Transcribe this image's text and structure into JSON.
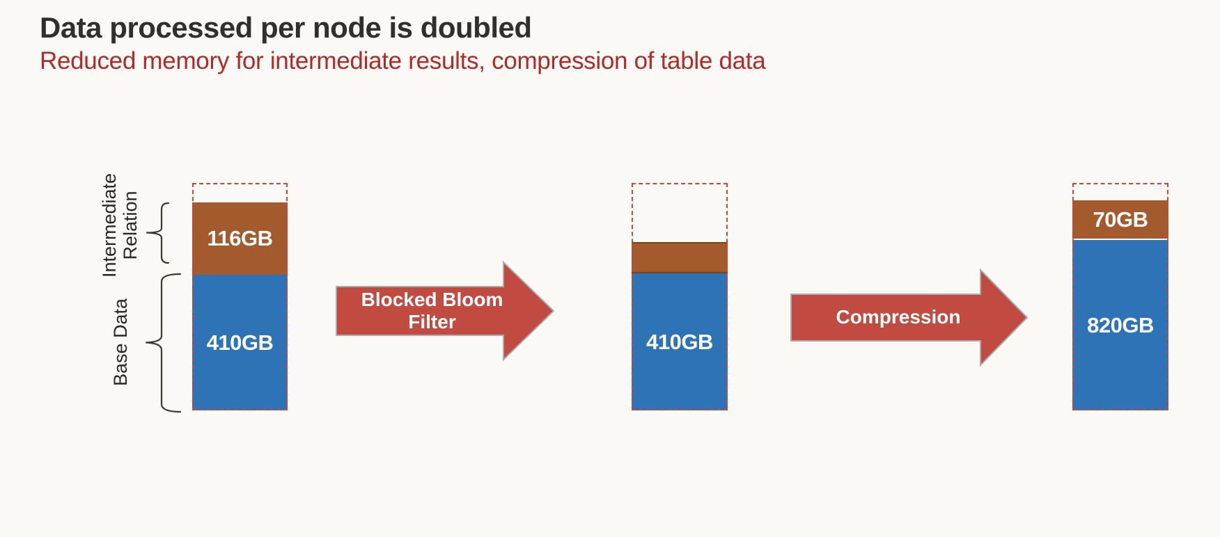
{
  "slide": {
    "title": "Data processed per node is doubled",
    "subtitle": "Reduced memory for intermediate results, compression of table data"
  },
  "group_labels": {
    "intermediate_line1": "Intermediate",
    "intermediate_line2": "Relation",
    "base": "Base Data"
  },
  "chart_data": {
    "type": "bar",
    "subtype": "schematic-stacked-flow",
    "unit": "GB",
    "legend": [
      "Intermediate Relation",
      "Base Data"
    ],
    "bars": [
      {
        "segments": [
          {
            "series": "Intermediate Relation",
            "value": 116,
            "label": "116GB"
          },
          {
            "series": "Base Data",
            "value": 410,
            "label": "410GB"
          }
        ]
      },
      {
        "segments": [
          {
            "series": "Intermediate Relation",
            "value": null,
            "label": ""
          },
          {
            "series": "Base Data",
            "value": 410,
            "label": "410GB"
          }
        ]
      },
      {
        "segments": [
          {
            "series": "Intermediate Relation",
            "value": 70,
            "label": "70GB"
          },
          {
            "series": "Base Data",
            "value": 820,
            "label": "820GB"
          }
        ]
      }
    ],
    "arrows": [
      {
        "label": "Blocked Bloom Filter"
      },
      {
        "label": "Compression"
      }
    ]
  },
  "colors": {
    "background": "#FAF9F6",
    "title": "#332E2C",
    "subtitle_red": "#B12A27",
    "intermediate_brown": "#A35A2D",
    "base_blue": "#2E73B6",
    "arrow_red": "#C14B41",
    "arrow_border_gray": "#A9ABAE",
    "capacity_dashed_red": "#C4493D"
  }
}
